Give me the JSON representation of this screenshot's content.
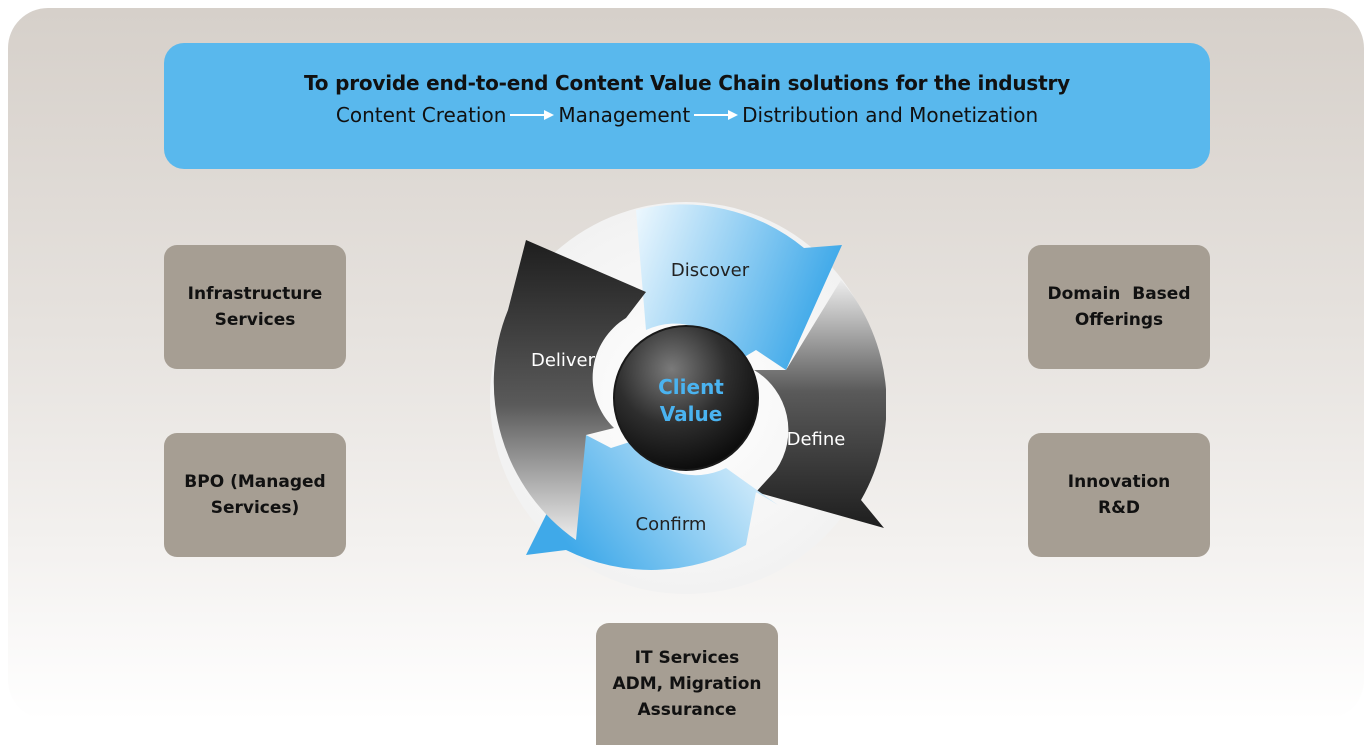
{
  "banner": {
    "title": "To provide end-to-end Content Value Chain solutions for the industry",
    "steps": [
      "Content Creation",
      "Management",
      "Distribution and Monetization"
    ]
  },
  "boxes": {
    "infrastructure": [
      "Infrastructure",
      "Services"
    ],
    "bpo": [
      "BPO (Managed",
      "Services)"
    ],
    "domain": [
      "Domain  Based",
      "Offerings"
    ],
    "innovation": [
      "Innovation",
      "R&D"
    ],
    "it": [
      "IT Services",
      "ADM, Migration",
      "Assurance"
    ]
  },
  "cycle": {
    "center": [
      "Client",
      "Value"
    ],
    "stages": {
      "discover": "Discover",
      "define": "Define",
      "confirm": "Confirm",
      "deliver": "Deliver"
    }
  },
  "colors": {
    "banner": "#59b8ed",
    "box": "#a69e93",
    "arrow_blue": "#3ea9e8",
    "arrow_dark": "#2b2b2b",
    "center_text": "#4ab3f0"
  }
}
